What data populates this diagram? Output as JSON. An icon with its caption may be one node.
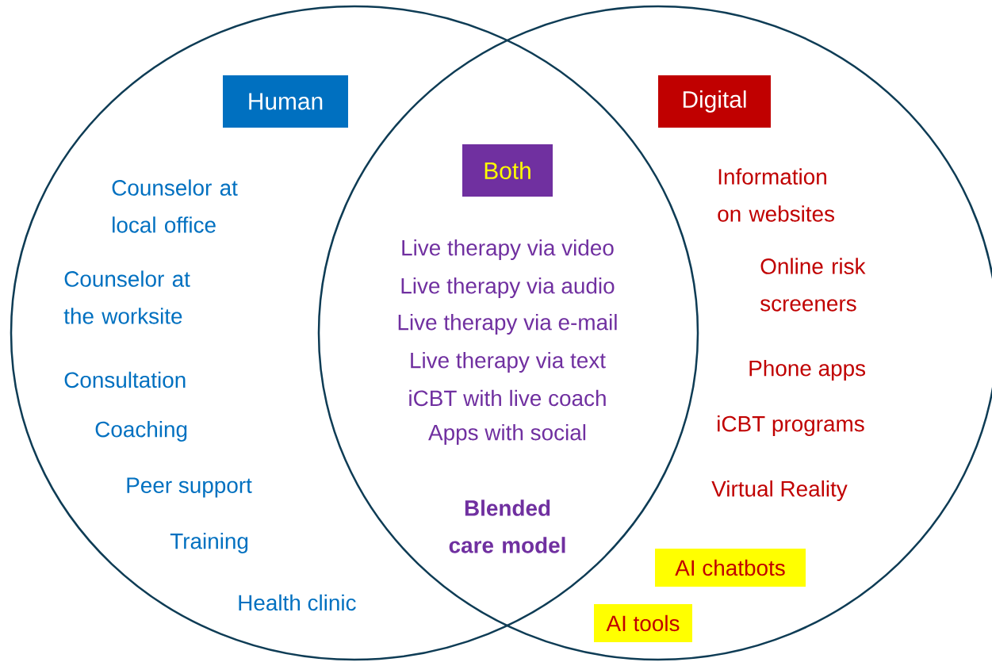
{
  "diagram": {
    "nodes": [
      {
        "text": [
          "Human"
        ]
      },
      {
        "text": [
          "Digital"
        ]
      },
      {
        "text": [
          "Both"
        ]
      },
      {
        "text": [
          "AI chatbots"
        ]
      },
      {
        "text": [
          "AI tools"
        ]
      }
    ],
    "labels": [
      "Counselor at local office",
      "Counselor at the worksite",
      "Consultation",
      "Coaching",
      "Peer support",
      "Training",
      "Health clinic",
      "Live therapy via video",
      "Live therapy via audio",
      "Live therapy via e-mail",
      "Live therapy via text",
      "iCBT with live coach",
      "Apps with social",
      "Blended care model",
      "Information on websites",
      "Online risk screeners",
      "Phone apps",
      "iCBT programs",
      "Virtual Reality"
    ]
  }
}
